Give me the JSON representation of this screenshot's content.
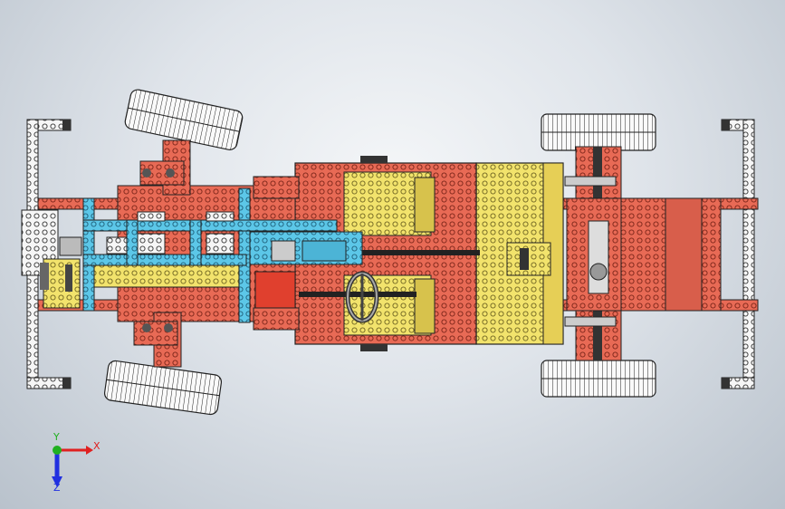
{
  "viewport": {
    "background": "#d5dbe2"
  },
  "colors": {
    "red": "#e86a55",
    "yellow": "#f2e36c",
    "blue": "#5cc7e8",
    "white": "#f6f6f6",
    "dark": "#2a2a2a",
    "outline": "#1e1e1e",
    "stud_red": "#c44a3a",
    "stud_yellow": "#c9b640",
    "stud_blue": "#2f96c0"
  },
  "triad": {
    "x_label": "X",
    "y_label": "Y",
    "z_label": "Z",
    "x_color": "#e02020",
    "y_color": "#20b020",
    "z_color": "#2030e0"
  }
}
